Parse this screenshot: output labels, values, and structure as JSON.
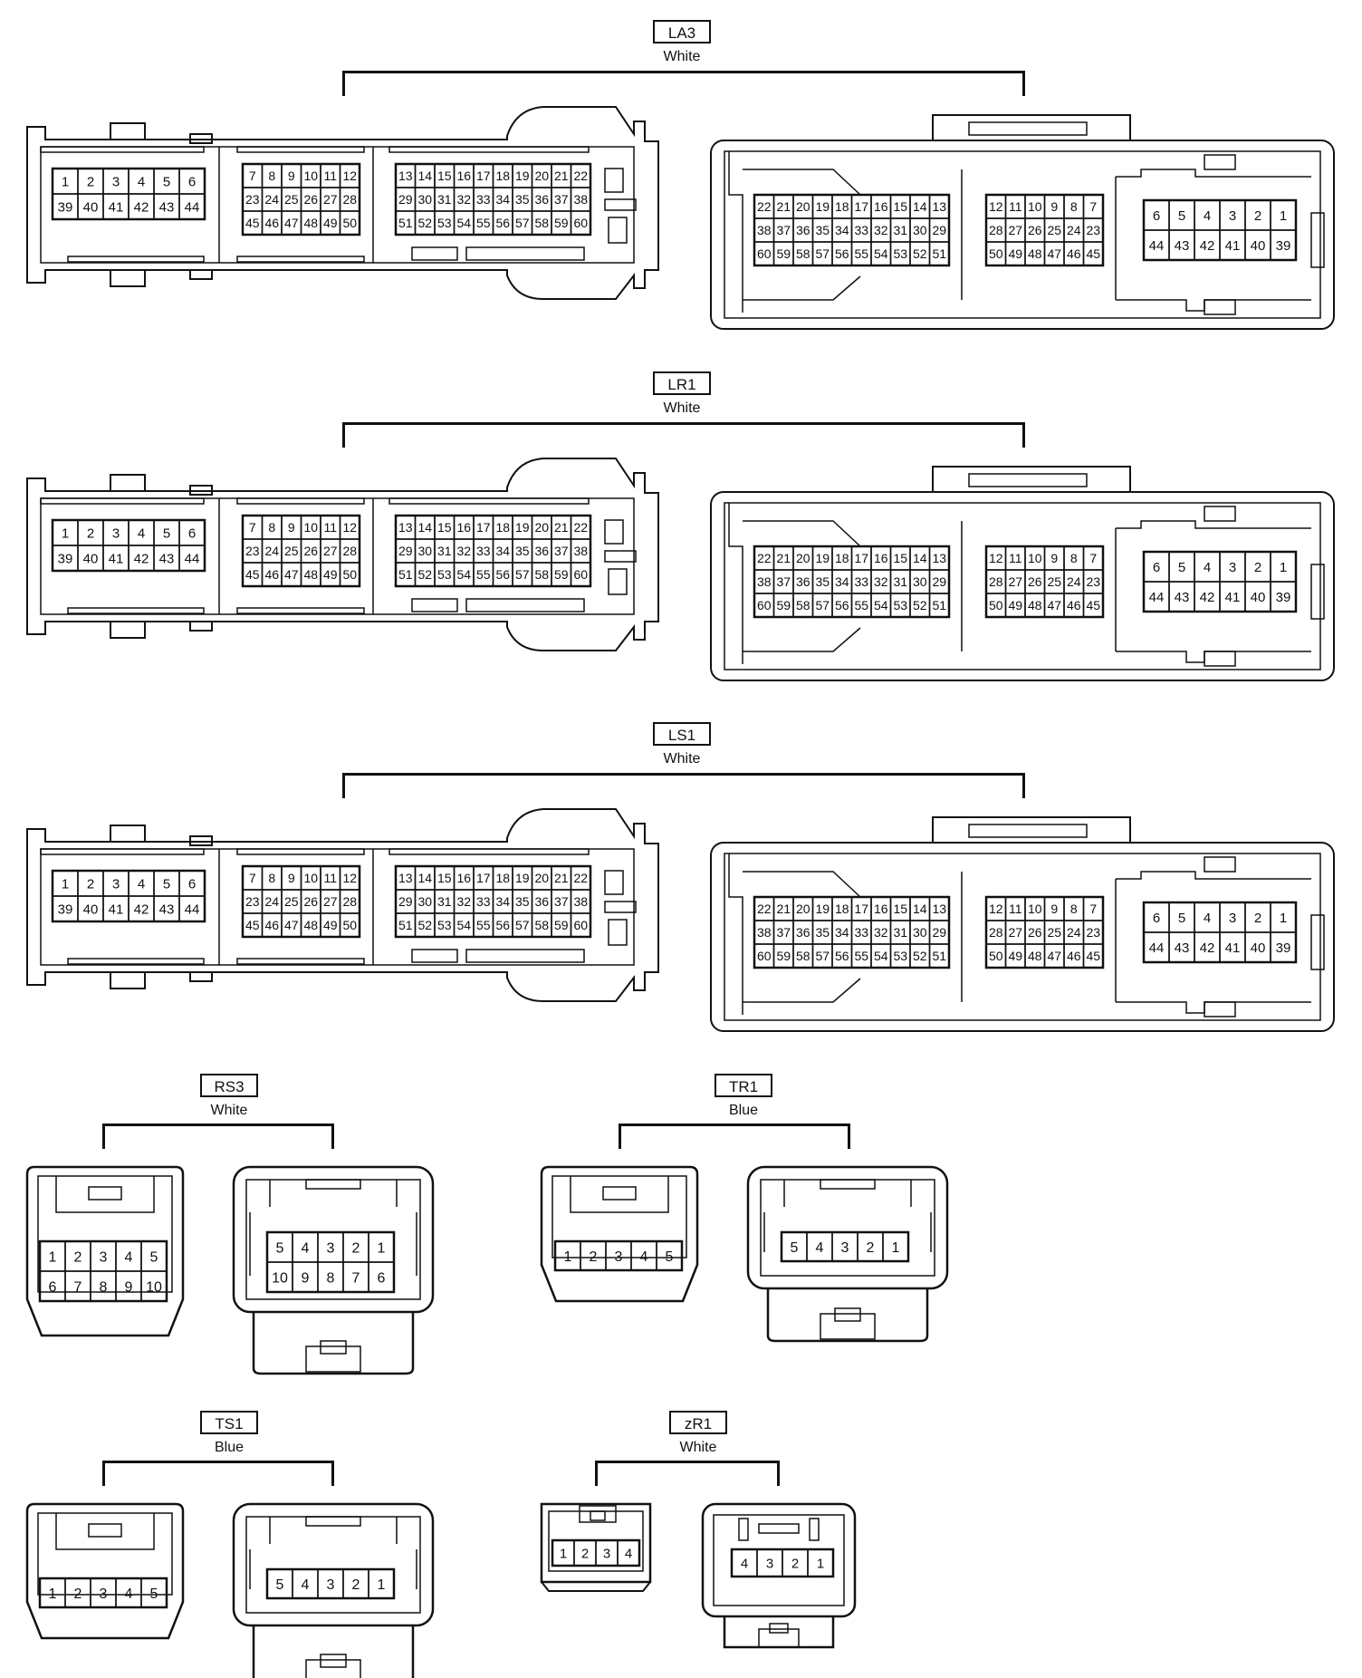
{
  "connectors": {
    "LA3": {
      "code": "LA3",
      "color": "White"
    },
    "LR1": {
      "code": "LR1",
      "color": "White"
    },
    "LS1": {
      "code": "LS1",
      "color": "White"
    },
    "RS3": {
      "code": "RS3",
      "color": "White"
    },
    "TR1": {
      "code": "TR1",
      "color": "Blue"
    },
    "TS1": {
      "code": "TS1",
      "color": "Blue"
    },
    "ZR1": {
      "code": "zR1",
      "color": "White"
    }
  },
  "pin_layouts": {
    "big_male": {
      "blockA": [
        [
          "1",
          "2",
          "3",
          "4",
          "5",
          "6"
        ],
        [
          "39",
          "40",
          "41",
          "42",
          "43",
          "44"
        ]
      ],
      "blockB": [
        [
          "7",
          "8",
          "9",
          "10",
          "11",
          "12"
        ],
        [
          "23",
          "24",
          "25",
          "26",
          "27",
          "28"
        ],
        [
          "45",
          "46",
          "47",
          "48",
          "49",
          "50"
        ]
      ],
      "blockC": [
        [
          "13",
          "14",
          "15",
          "16",
          "17",
          "18",
          "19",
          "20",
          "21",
          "22"
        ],
        [
          "29",
          "30",
          "31",
          "32",
          "33",
          "34",
          "35",
          "36",
          "37",
          "38"
        ],
        [
          "51",
          "52",
          "53",
          "54",
          "55",
          "56",
          "57",
          "58",
          "59",
          "60"
        ]
      ]
    },
    "big_female": {
      "blockA": [
        [
          "22",
          "21",
          "20",
          "19",
          "18",
          "17",
          "16",
          "15",
          "14",
          "13"
        ],
        [
          "38",
          "37",
          "36",
          "35",
          "34",
          "33",
          "32",
          "31",
          "30",
          "29"
        ],
        [
          "60",
          "59",
          "58",
          "57",
          "56",
          "55",
          "54",
          "53",
          "52",
          "51"
        ]
      ],
      "blockB": [
        [
          "12",
          "11",
          "10",
          "9",
          "8",
          "7"
        ],
        [
          "28",
          "27",
          "26",
          "25",
          "24",
          "23"
        ],
        [
          "50",
          "49",
          "48",
          "47",
          "46",
          "45"
        ]
      ],
      "blockC": [
        [
          "6",
          "5",
          "4",
          "3",
          "2",
          "1"
        ],
        [
          "44",
          "43",
          "42",
          "41",
          "40",
          "39"
        ]
      ]
    },
    "rs3_male": [
      [
        "1",
        "2",
        "3",
        "4",
        "5"
      ],
      [
        "6",
        "7",
        "8",
        "9",
        "10"
      ]
    ],
    "rs3_female": [
      [
        "5",
        "4",
        "3",
        "2",
        "1"
      ],
      [
        "10",
        "9",
        "8",
        "7",
        "6"
      ]
    ],
    "five_male": [
      [
        "1",
        "2",
        "3",
        "4",
        "5"
      ]
    ],
    "five_female": [
      [
        "5",
        "4",
        "3",
        "2",
        "1"
      ]
    ],
    "four_male": [
      [
        "1",
        "2",
        "3",
        "4"
      ]
    ],
    "four_female": [
      [
        "4",
        "3",
        "2",
        "1"
      ]
    ]
  }
}
